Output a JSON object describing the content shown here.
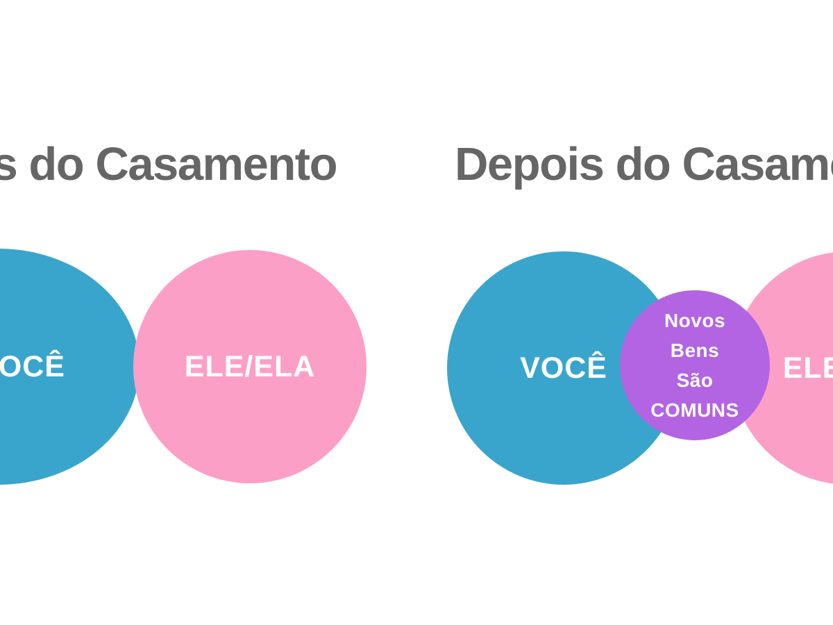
{
  "background": "#ffffff",
  "colors": {
    "you_circle": "#3AA5CC",
    "partner_circle": "#FC9FC7",
    "overlap_circle": "#B364E2",
    "title_gray": "#666666",
    "label_white": "#ffffff"
  },
  "before_panel": {
    "title": "Antes do Casamento",
    "you_label": "VOCÊ",
    "partner_label": "ELE/ELA"
  },
  "after_panel": {
    "title": "Depois do Casamento",
    "you_label": "VOCÊ",
    "partner_label": "ELE/ELA",
    "overlap": {
      "label_lines": [
        "Novos",
        "Bens",
        "São",
        "COMUNS"
      ]
    }
  }
}
